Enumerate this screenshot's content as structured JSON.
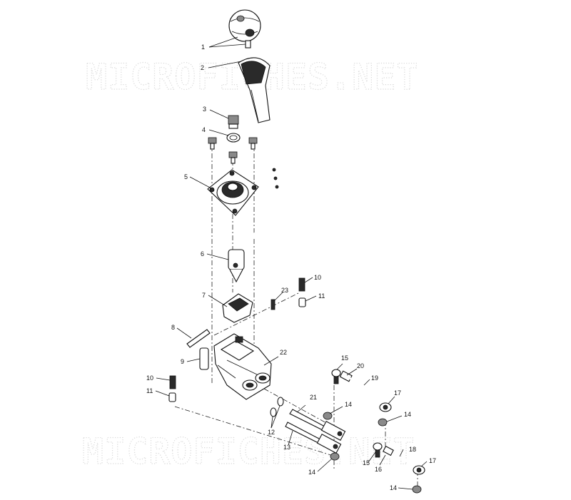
{
  "watermark": {
    "top": "MICROFICHES.NET",
    "bottom": "MICROFICHES.NET"
  },
  "callouts": {
    "c1": "1",
    "c2": "2",
    "c3": "3",
    "c4": "4",
    "c5": "5",
    "c6": "6",
    "c7": "7",
    "c8": "8",
    "c9": "9",
    "c10a": "10",
    "c10b": "10",
    "c11a": "11",
    "c11b": "11",
    "c12": "12",
    "c13": "13",
    "c14a": "14",
    "c14b": "14",
    "c14c": "14",
    "c14d": "14",
    "c15a": "15",
    "c15b": "15",
    "c16": "16",
    "c17a": "17",
    "c17b": "17",
    "c18": "18",
    "c19": "19",
    "c20": "20",
    "c21": "21",
    "c22": "22",
    "c23": "23"
  }
}
